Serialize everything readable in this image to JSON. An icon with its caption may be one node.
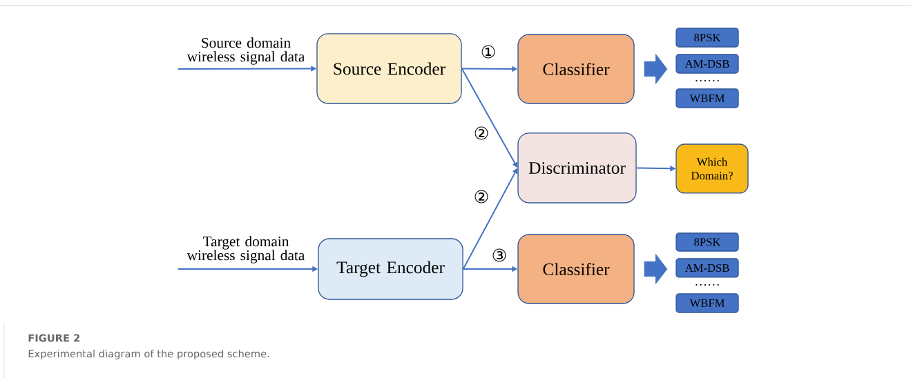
{
  "diagram": {
    "title": "FIGURE 2",
    "caption": "Experimental diagram of the proposed scheme.",
    "nodes": [
      {
        "text": [
          "Source Encoder"
        ]
      },
      {
        "text": [
          "Classifier"
        ]
      },
      {
        "text": [
          "Discriminator"
        ]
      },
      {
        "text": [
          "Which Domain?"
        ]
      },
      {
        "text": [
          "Target Encoder"
        ]
      },
      {
        "text": [
          "Classifier"
        ]
      },
      {
        "text": [
          "8PSK"
        ]
      },
      {
        "text": [
          "AM-DSB"
        ]
      },
      {
        "text": [
          "WBFM"
        ]
      },
      {
        "text": [
          "8PSK"
        ]
      },
      {
        "text": [
          "AM-DSB"
        ]
      },
      {
        "text": [
          "WBFM"
        ]
      }
    ],
    "edges": [
      {
        "from": null,
        "to": 0,
        "arrow": "to",
        "label": "Source domain wireless signal data"
      },
      {
        "from": null,
        "to": 4,
        "arrow": "to",
        "label": "Target domain wireless signal data"
      },
      {
        "from": 0,
        "to": 1,
        "arrow": "to",
        "label": "①"
      },
      {
        "from": 0,
        "to": 2,
        "arrow": "to",
        "label": "②"
      },
      {
        "from": 4,
        "to": 2,
        "arrow": "to",
        "label": "②"
      },
      {
        "from": 4,
        "to": 5,
        "arrow": "to",
        "label": "③"
      },
      {
        "from": 2,
        "to": 3,
        "arrow": "to"
      },
      {
        "from": 1,
        "to": 7,
        "arrow": "to",
        "style": "thick"
      },
      {
        "from": 5,
        "to": 10,
        "arrow": "to",
        "style": "thick"
      }
    ],
    "labels": [
      "……",
      "……"
    ]
  }
}
